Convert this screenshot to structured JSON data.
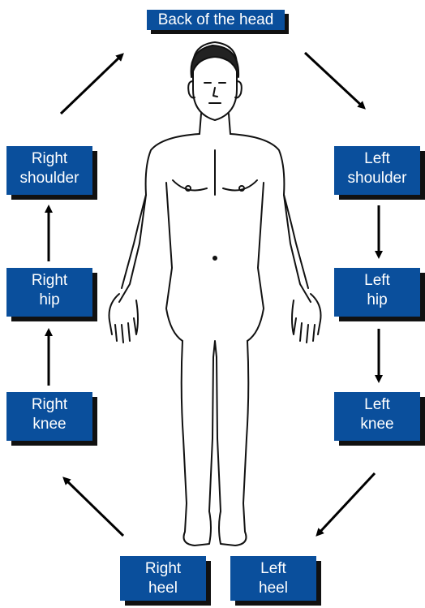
{
  "title": "Back of the head",
  "labels": {
    "right_shoulder": [
      "Right",
      "shoulder"
    ],
    "left_shoulder": [
      "Left",
      "shoulder"
    ],
    "right_hip": [
      "Right",
      "hip"
    ],
    "left_hip": [
      "Left",
      "hip"
    ],
    "right_knee": [
      "Right",
      "knee"
    ],
    "left_knee": [
      "Left",
      "knee"
    ],
    "right_heel": [
      "Right",
      "heel"
    ],
    "left_heel": [
      "Left",
      "heel"
    ]
  },
  "colors": {
    "box": "#0a4f9c",
    "shadow": "#111111",
    "arrow": "#000000"
  }
}
